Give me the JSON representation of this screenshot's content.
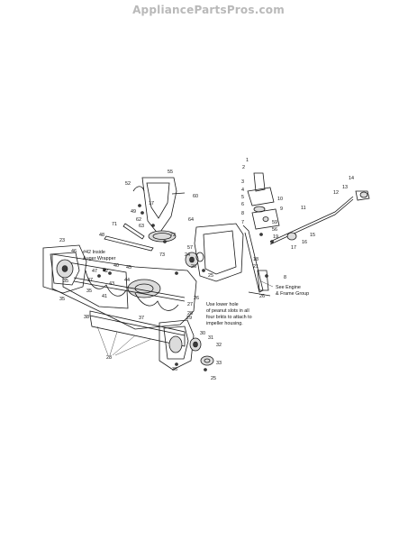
{
  "site": {
    "watermark": "AppliancePartsPros.com"
  },
  "diagram": {
    "part_numbers": [
      "1",
      "2",
      "3",
      "4",
      "5",
      "6",
      "7",
      "8",
      "8",
      "9",
      "10",
      "11",
      "12",
      "13",
      "14",
      "15",
      "16",
      "17",
      "17",
      "18",
      "19",
      "21",
      "23",
      "24",
      "25",
      "25",
      "26",
      "26",
      "26",
      "27",
      "28",
      "28",
      "29",
      "30",
      "31",
      "32",
      "33",
      "35",
      "35",
      "35",
      "36",
      "37",
      "37",
      "38",
      "40",
      "41",
      "42",
      "43",
      "44",
      "45",
      "46",
      "47",
      "48",
      "49",
      "52",
      "55",
      "56",
      "57",
      "59",
      "60",
      "62",
      "63",
      "64",
      "71",
      "72",
      "73"
    ],
    "notes": {
      "inside_auger_wrapper": [
        "#42 Inside",
        "Auger Wrapper"
      ],
      "see_engine": [
        "See Engine",
        "& Frame Group"
      ],
      "lower_hole": [
        "Use lower hole",
        "of peanut slots in all",
        "four brkts to attach to",
        "impeller housing."
      ]
    }
  }
}
